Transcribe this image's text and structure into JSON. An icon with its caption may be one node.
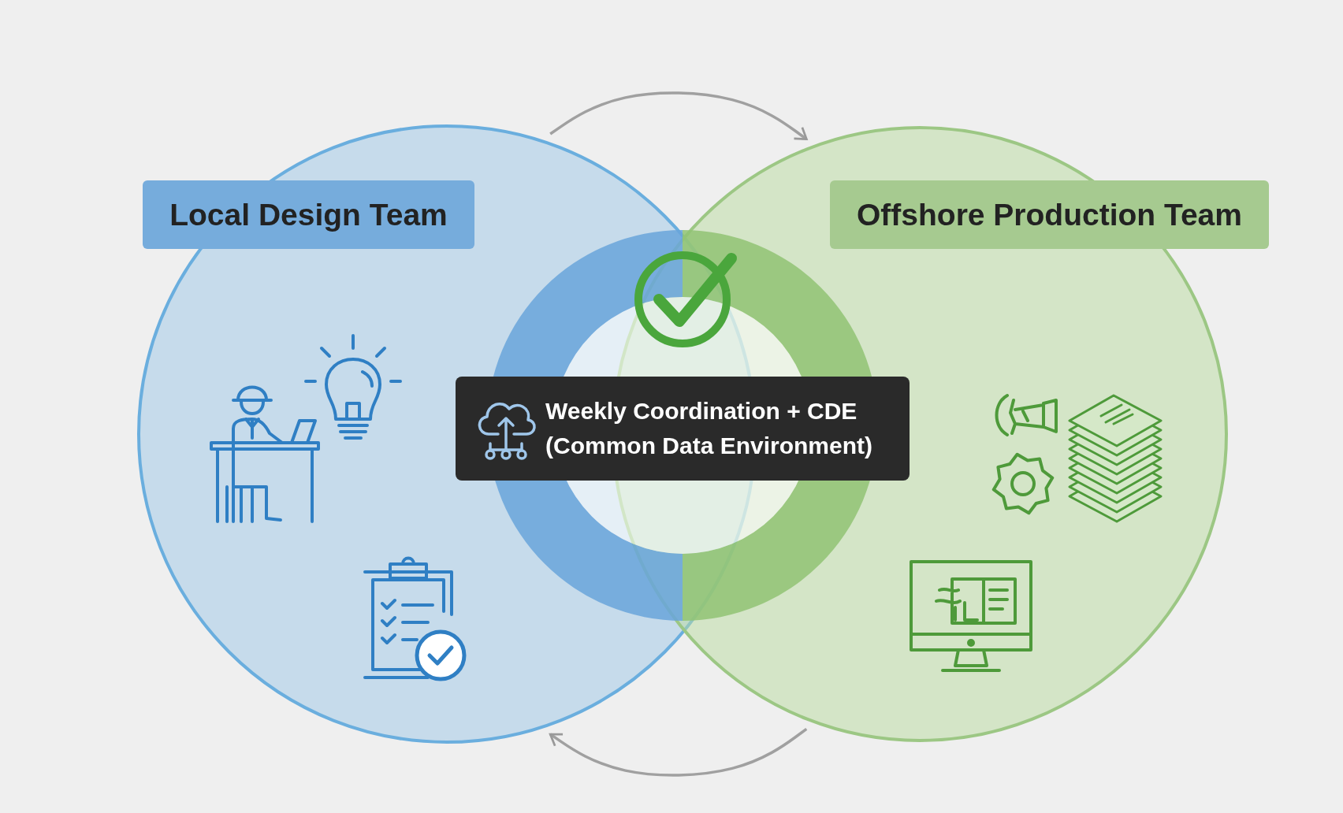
{
  "diagram": {
    "nodes": [
      {
        "text": [
          "Local Design Team"
        ]
      },
      {
        "text": [
          "Offshore Production Team"
        ]
      },
      {
        "text": [
          "Weekly Coordination + CDE (Common Data Environment)"
        ]
      }
    ],
    "edges": [
      {
        "from": 0,
        "to": 1,
        "arrow": "to"
      },
      {
        "from": 1,
        "to": 0,
        "arrow": "to"
      }
    ]
  }
}
